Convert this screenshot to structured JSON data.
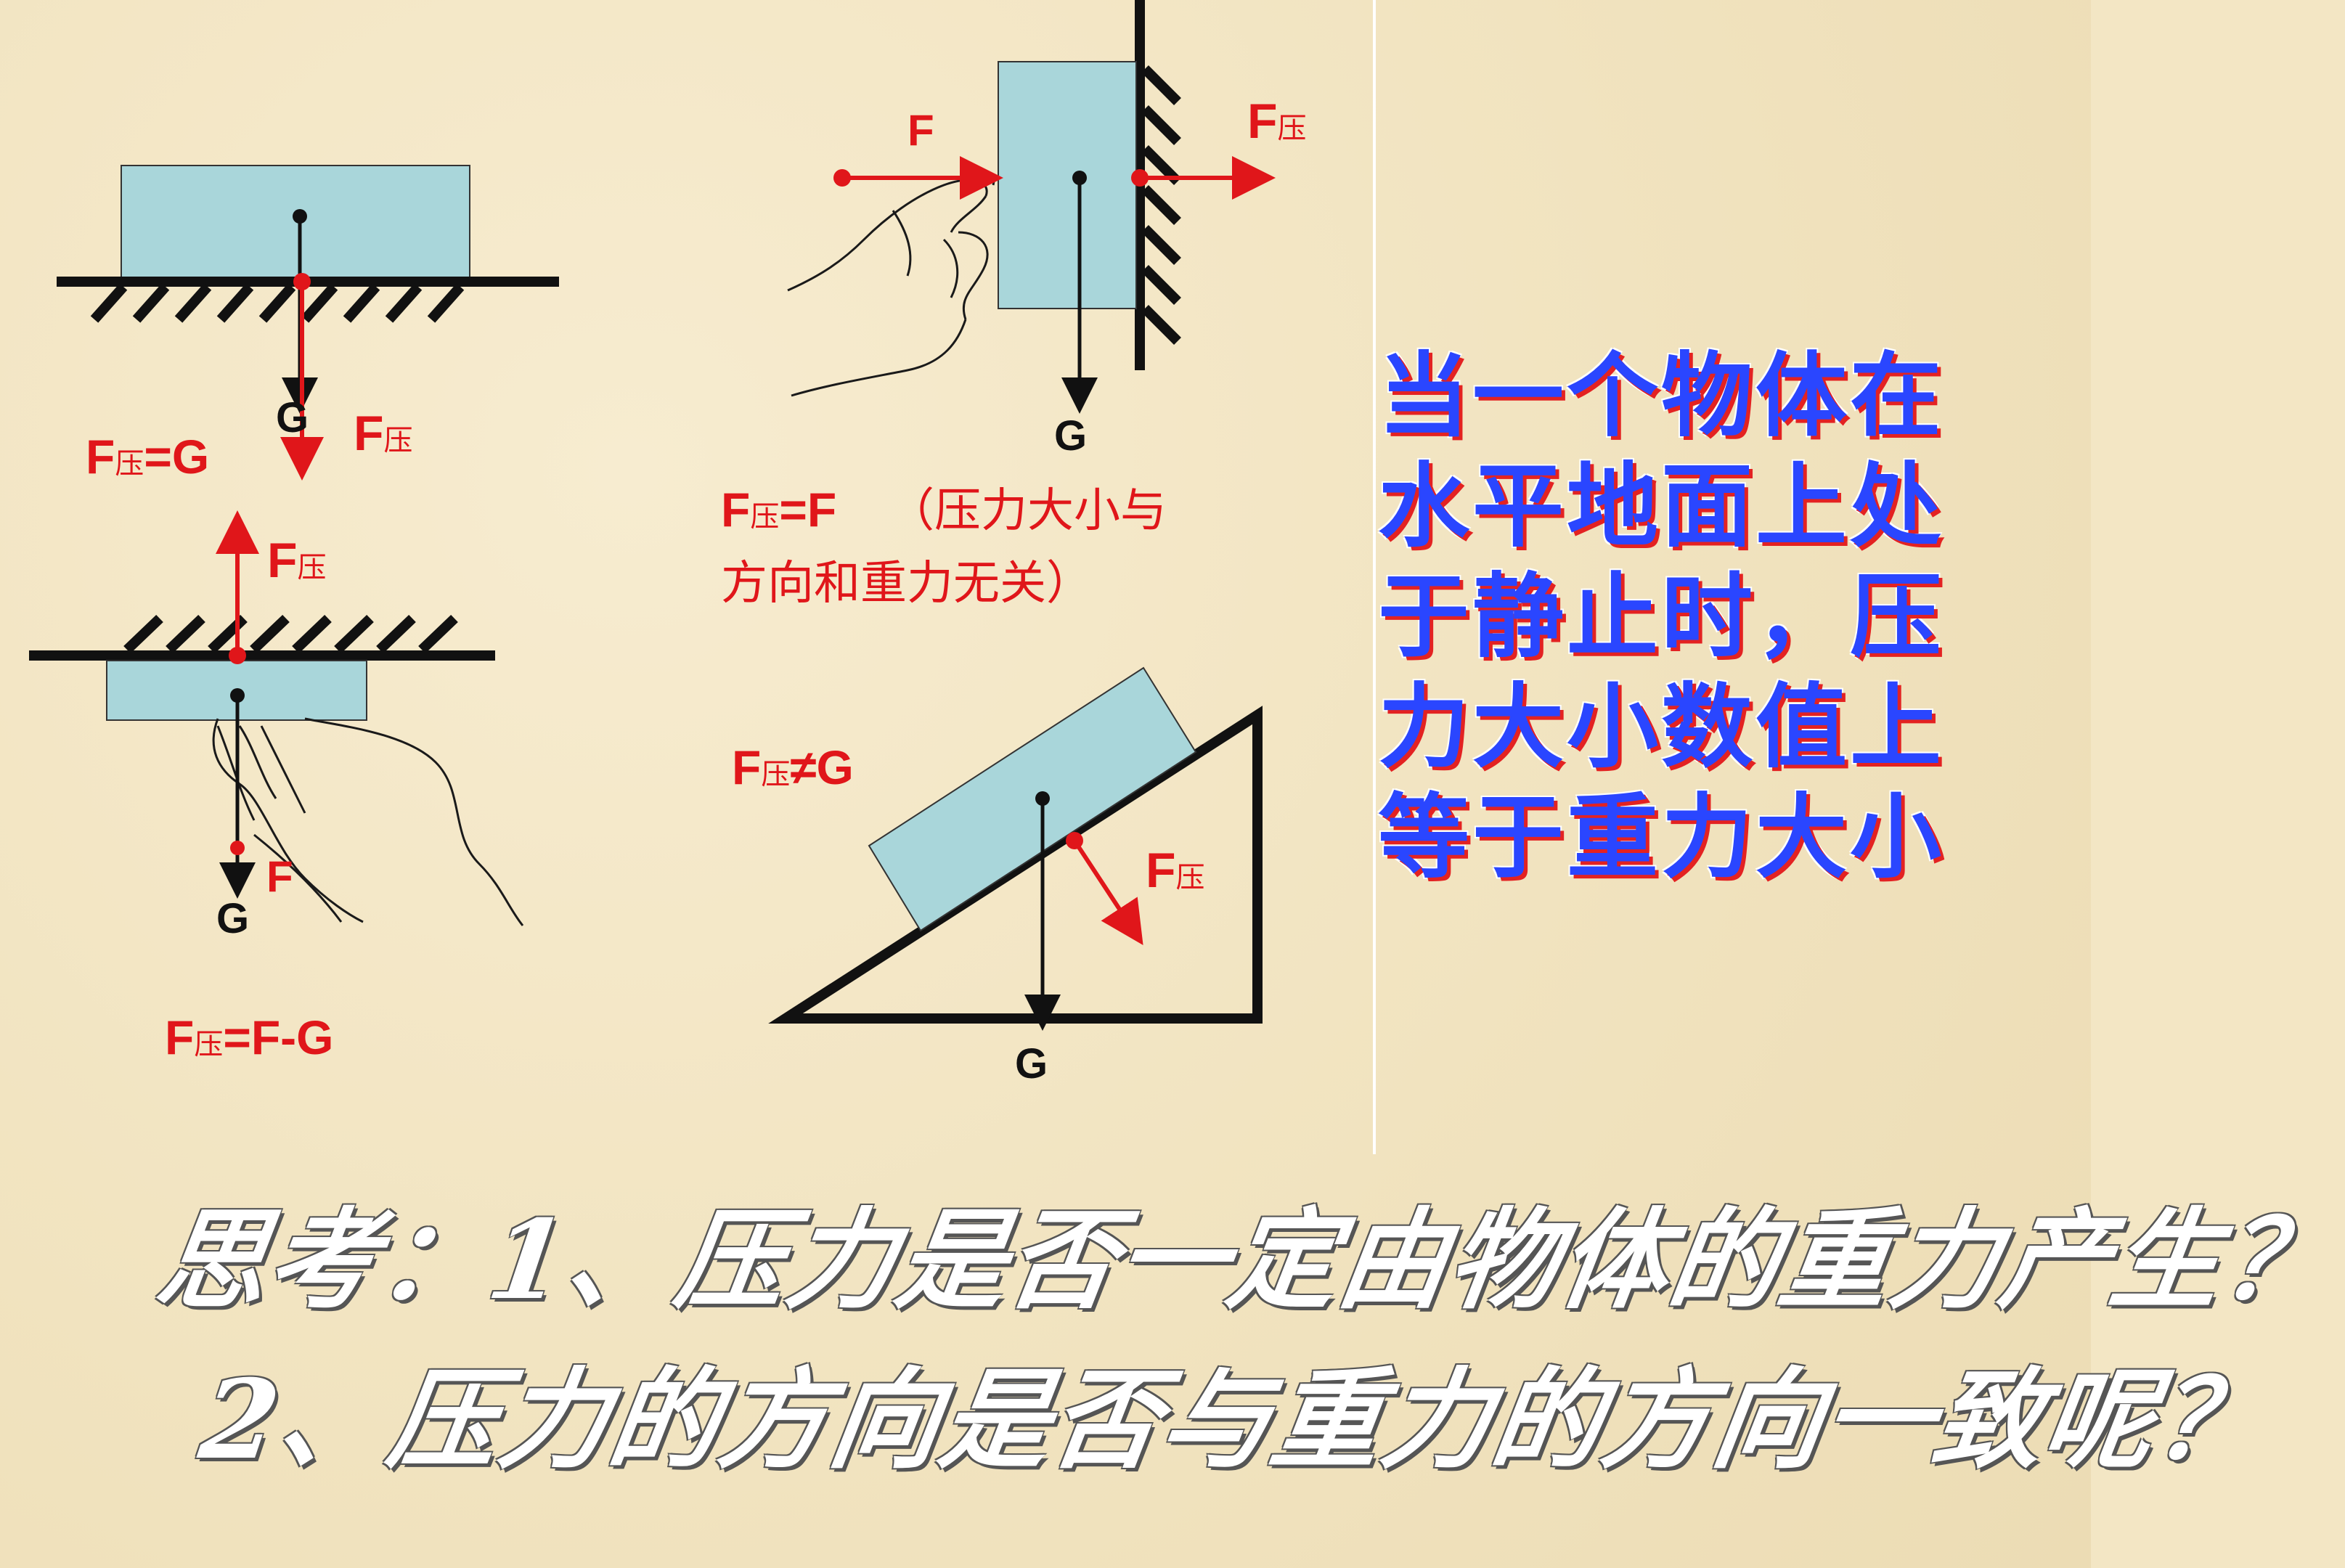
{
  "labels": {
    "F": "F",
    "G": "G",
    "ya": "压"
  },
  "formulas": {
    "floor": {
      "pre": "F",
      "sub": "压",
      "post": "=G"
    },
    "ceiling": {
      "pre": "F",
      "sub": "压",
      "post": "=F-G"
    },
    "incline": {
      "pre": "F",
      "sub": "压",
      "post": "≠G"
    },
    "wall": {
      "pre": "F",
      "sub": "压",
      "post": "=F"
    }
  },
  "wall_note": {
    "line1": "（压力大小与",
    "line2": "方向和重力无关）"
  },
  "side_text": [
    "当一个物体在",
    "水平地面上处",
    "于静止时，压",
    "力大小数值上",
    "等于重力大小"
  ],
  "questions": {
    "q1": "思考：1、压力是否一定由物体的重力产生？",
    "q2": "2、压力的方向是否与重力的方向一致呢？"
  },
  "colors": {
    "block": "#a9d6da",
    "force": "#e0161a",
    "ink": "#111111",
    "side_text": "#2a46ff"
  }
}
